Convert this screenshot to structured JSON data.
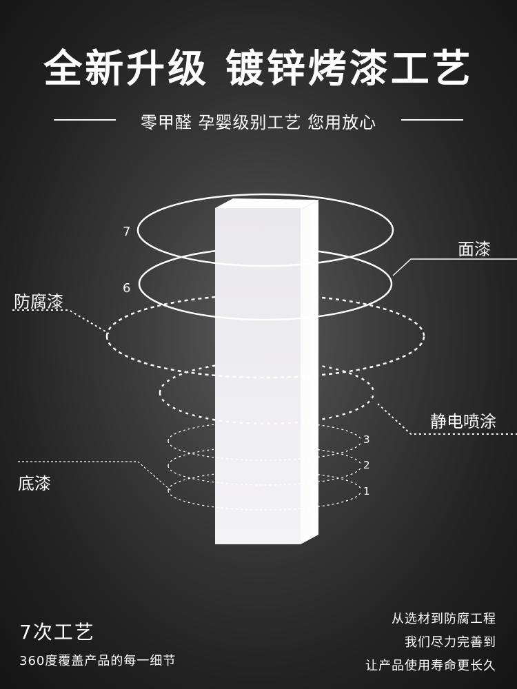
{
  "header": {
    "title": "全新升级 镀锌烤漆工艺",
    "subtitle": "零甲醛 孕婴级别工艺 您用放心"
  },
  "layers": {
    "top_coat": "面漆",
    "anticorrosion": "防腐漆",
    "electrostatic": "静电喷涂",
    "primer": "底漆",
    "numbers": [
      "1",
      "2",
      "3",
      "6",
      "7"
    ]
  },
  "footer": {
    "left_head": "7次工艺",
    "left_sub": "360度覆盖产品的每一细节",
    "right_lines": [
      "从选材到防腐工程",
      "我们尽力完善到",
      "让产品使用寿命更长久"
    ]
  },
  "icons": [
    "white-bar-pillar"
  ]
}
